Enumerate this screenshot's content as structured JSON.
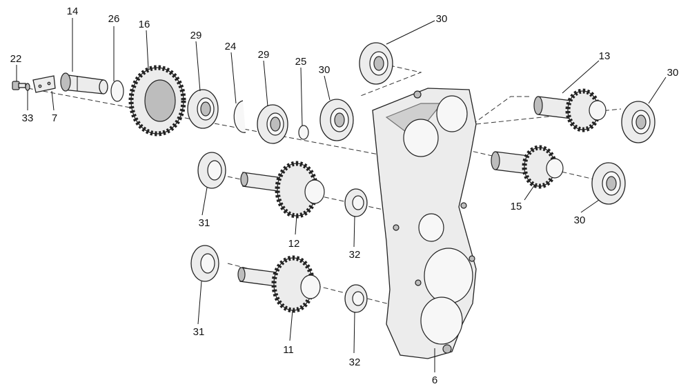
{
  "diagram": {
    "labels": {
      "l22": "22",
      "l33": "33",
      "l7": "7",
      "l14": "14",
      "l26": "26",
      "l16": "16",
      "l29a": "29",
      "l24": "24",
      "l29b": "29",
      "l25": "25",
      "l30a": "30",
      "l30b": "30",
      "l13": "13",
      "l30c": "30",
      "l15": "15",
      "l30d": "30",
      "l31a": "31",
      "l12": "12",
      "l32a": "32",
      "l31b": "31",
      "l11": "11",
      "l32b": "32",
      "l6": "6"
    }
  }
}
